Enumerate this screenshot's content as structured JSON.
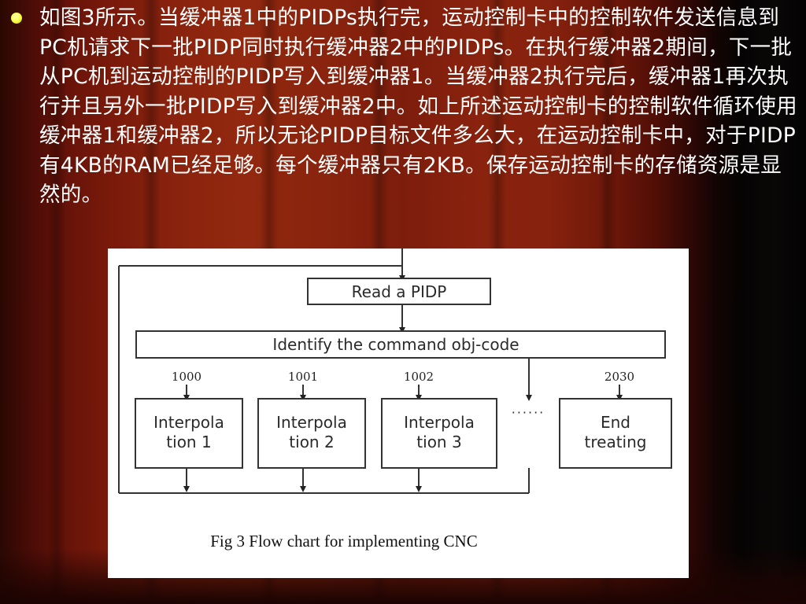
{
  "slide": {
    "body_text": "如图3所示。当缓冲器1中的PIDPs执行完，运动控制卡中的控制软件发送信息到PC机请求下一批PIDP同时执行缓冲器2中的PIDPs。在执行缓冲器2期间，下一批从PC机到运动控制的PIDP写入到缓冲器1。当缓冲器2执行完后，缓冲器1再次执行并且另外一批PIDP写入到缓冲器2中。如上所述运动控制卡的控制软件循环使用缓冲器1和缓冲器2，所以无论PIDP目标文件多么大，在运动控制卡中，对于PIDP有4KB的RAM已经足够。每个缓冲器只有2KB。保存运动控制卡的存储资源是显然的。"
  },
  "figure": {
    "read_box": "Read a PIDP",
    "identify_box": "Identify the command obj-code",
    "codes": [
      "1000",
      "1001",
      "1002",
      "2030"
    ],
    "interp": [
      {
        "line1": "Interpola",
        "line2": "tion 1"
      },
      {
        "line1": "Interpola",
        "line2": "tion 2"
      },
      {
        "line1": "Interpola",
        "line2": "tion 3"
      }
    ],
    "ellipsis": "······",
    "end_box": {
      "line1": "End",
      "line2": "treating"
    },
    "caption": "Fig 3  Flow chart for implementing CNC"
  },
  "colors": {
    "curtain_red": "#8a230e",
    "text": "#ffffff",
    "bullet": "#ffff4a"
  }
}
